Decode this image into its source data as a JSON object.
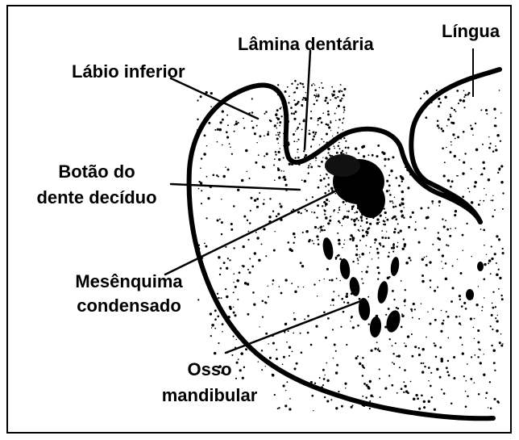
{
  "labels": {
    "lamina_dentaria": "Lâmina dentária",
    "lingua": "Língua",
    "labio_inferior": "Lábio inferior",
    "botao_line1": "Botão do",
    "botao_line2": "dente decíduo",
    "mesenquima_line1": "Mesênquima",
    "mesenquima_line2": "condensado",
    "osso_line1": "Osso",
    "osso_line2": "mandibular"
  },
  "colors": {
    "ink": "#000000",
    "background": "#ffffff"
  }
}
